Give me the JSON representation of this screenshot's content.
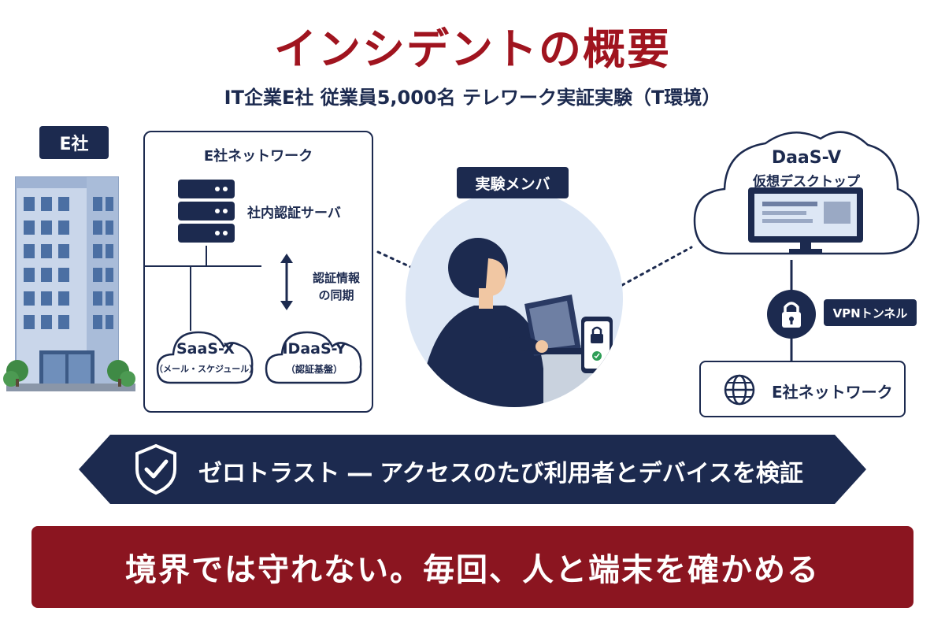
{
  "title": "インシデントの概要",
  "subtitle": "IT企業E社 従業員5,000名 テレワーク実証実験（T環境）",
  "company": {
    "label": "E社"
  },
  "network": {
    "title": "E社ネットワーク",
    "server_label": "社内認証サーバ",
    "sync_label_1": "認証情報",
    "sync_label_2": "の同期",
    "saas_name": "SaaS-X",
    "saas_desc": "（メール・スケジュール）",
    "idaas_name": "IDaaS-Y",
    "idaas_desc": "（認証基盤）"
  },
  "member": {
    "label": "実験メンバ"
  },
  "daas": {
    "name": "DaaS-V",
    "desc": "仮想デスクトップ",
    "vpn_label": "VPNトンネル",
    "network_label": "E社ネットワーク"
  },
  "zero_trust": {
    "text": "ゼロトラスト ― アクセスのたび利用者とデバイスを検証"
  },
  "message": {
    "text": "境界では守れない。毎回、人と端末を確かめる"
  },
  "colors": {
    "navy": "#1c2a4f",
    "red": "#a0141f",
    "dark_red": "#8b1520",
    "light_blue": "#dde7f5"
  }
}
